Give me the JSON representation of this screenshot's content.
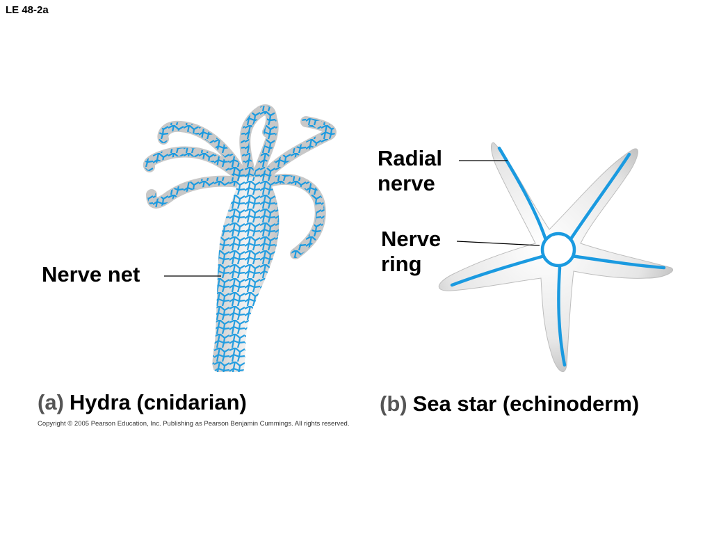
{
  "slide": {
    "id": "LE 48-2a"
  },
  "labels": {
    "nerve_net": "Nerve net",
    "radial_nerve": "Radial\nnerve",
    "radial_nerve_line1": "Radial",
    "radial_nerve_line2": "nerve",
    "nerve_ring_line1": "Nerve",
    "nerve_ring_line2": "ring"
  },
  "captions": {
    "a_tag": "(a)",
    "a_text": "Hydra (cnidarian)",
    "b_tag": "(b)",
    "b_text": "Sea star (echinoderm)"
  },
  "copyright": "Copyright ©  2005 Pearson Education, Inc. Publishing as Pearson Benjamin Cummings. All rights reserved.",
  "colors": {
    "nerve": "#1a9ae0",
    "body": "#d9d9d9",
    "leader": "#000000"
  }
}
